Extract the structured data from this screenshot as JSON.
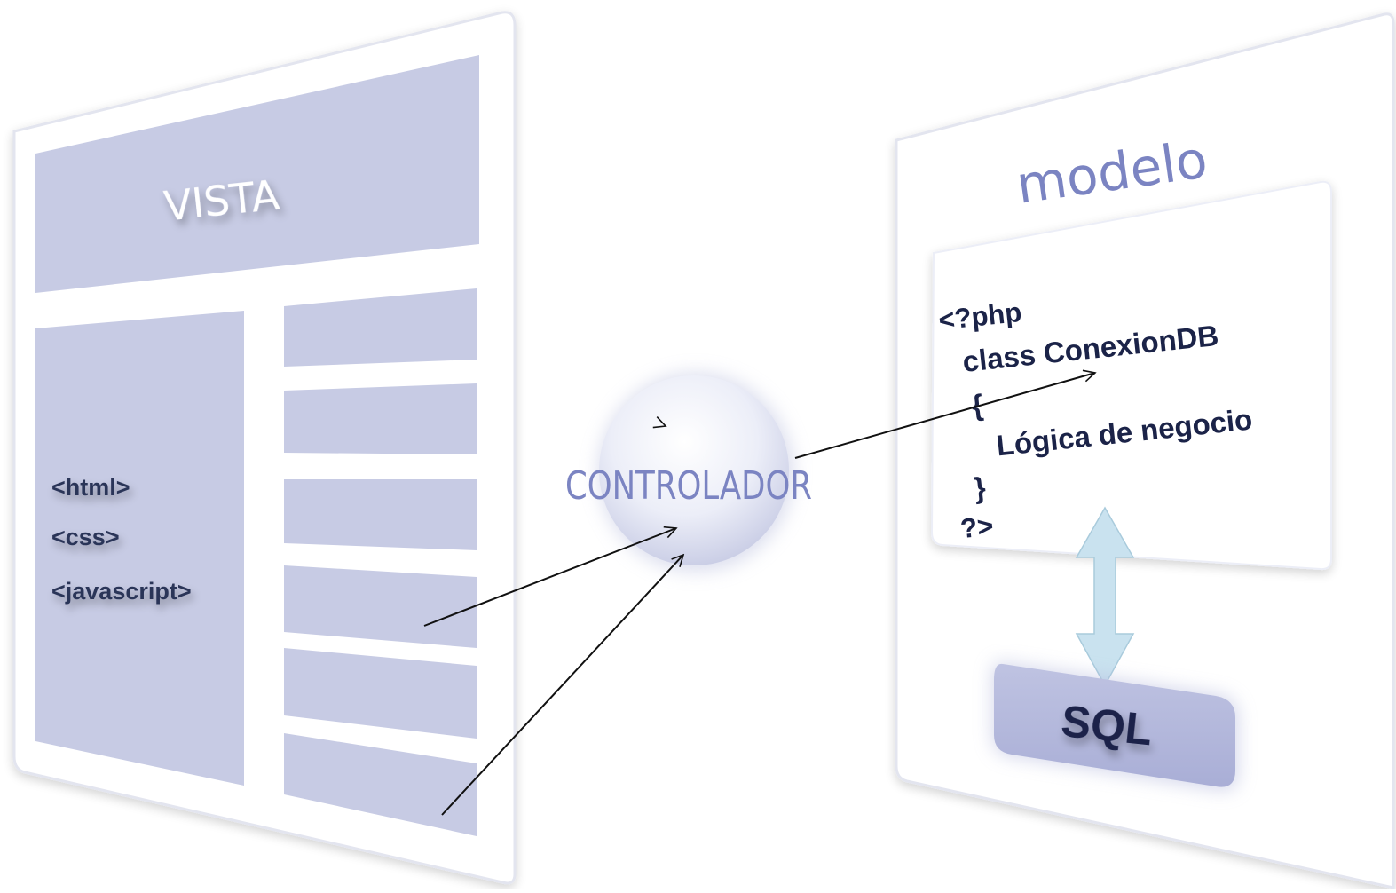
{
  "vista": {
    "title": "VISTA",
    "code_lines": [
      "<html>",
      "<css>",
      "<javascript>"
    ]
  },
  "controlador": {
    "label": "CONTROLADOR"
  },
  "modelo": {
    "title": "modelo",
    "code_lines": [
      "<?php",
      "class ConexionDB",
      "{",
      "Lógica de negocio",
      "}",
      "?>"
    ],
    "db_label": "SQL"
  },
  "colors": {
    "panel_fill": "#c7cbe4",
    "panel_stroke": "#e6e8f2",
    "title_color": "#7b84c2",
    "code_color": "#1b2348",
    "sql_box": "#b3b8dc",
    "db_arrow": "#c9e2ef",
    "arrow_color": "#111111"
  }
}
